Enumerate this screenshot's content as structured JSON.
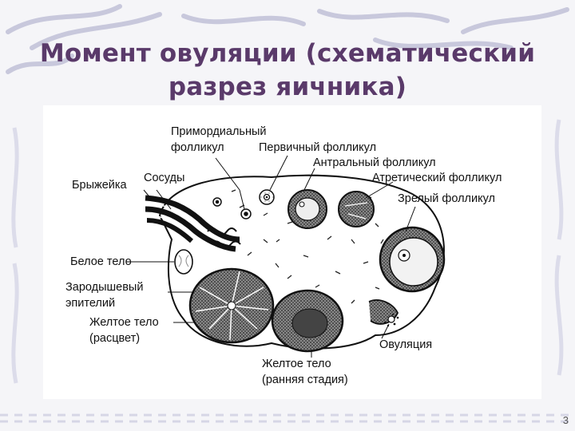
{
  "slide": {
    "title_line1": "Момент овуляции (схематический",
    "title_line2": "разрез яичника)",
    "page_number": "3"
  },
  "diagram": {
    "labels": {
      "primordial_1": "Примордиальный",
      "primordial_2": "фолликул",
      "primary": "Первичный фолликул",
      "antral": "Антральный фолликул",
      "mesentery": "Брыжейка",
      "vessels": "Сосуды",
      "atretic": "Атретический фолликул",
      "mature": "Зрелый фолликул",
      "white_body": "Белое тело",
      "germinal_1": "Зародышевый",
      "germinal_2": "эпителий",
      "yellow_bloom_1": "Желтое тело",
      "yellow_bloom_2": "(расцвет)",
      "ovulation": "Овуляция",
      "yellow_early_1": "Желтое тело",
      "yellow_early_2": "(ранняя стадия)"
    }
  },
  "colors": {
    "title": "#5a3a6a",
    "decoration": "#c9c9dc",
    "background": "#f5f5f8"
  }
}
